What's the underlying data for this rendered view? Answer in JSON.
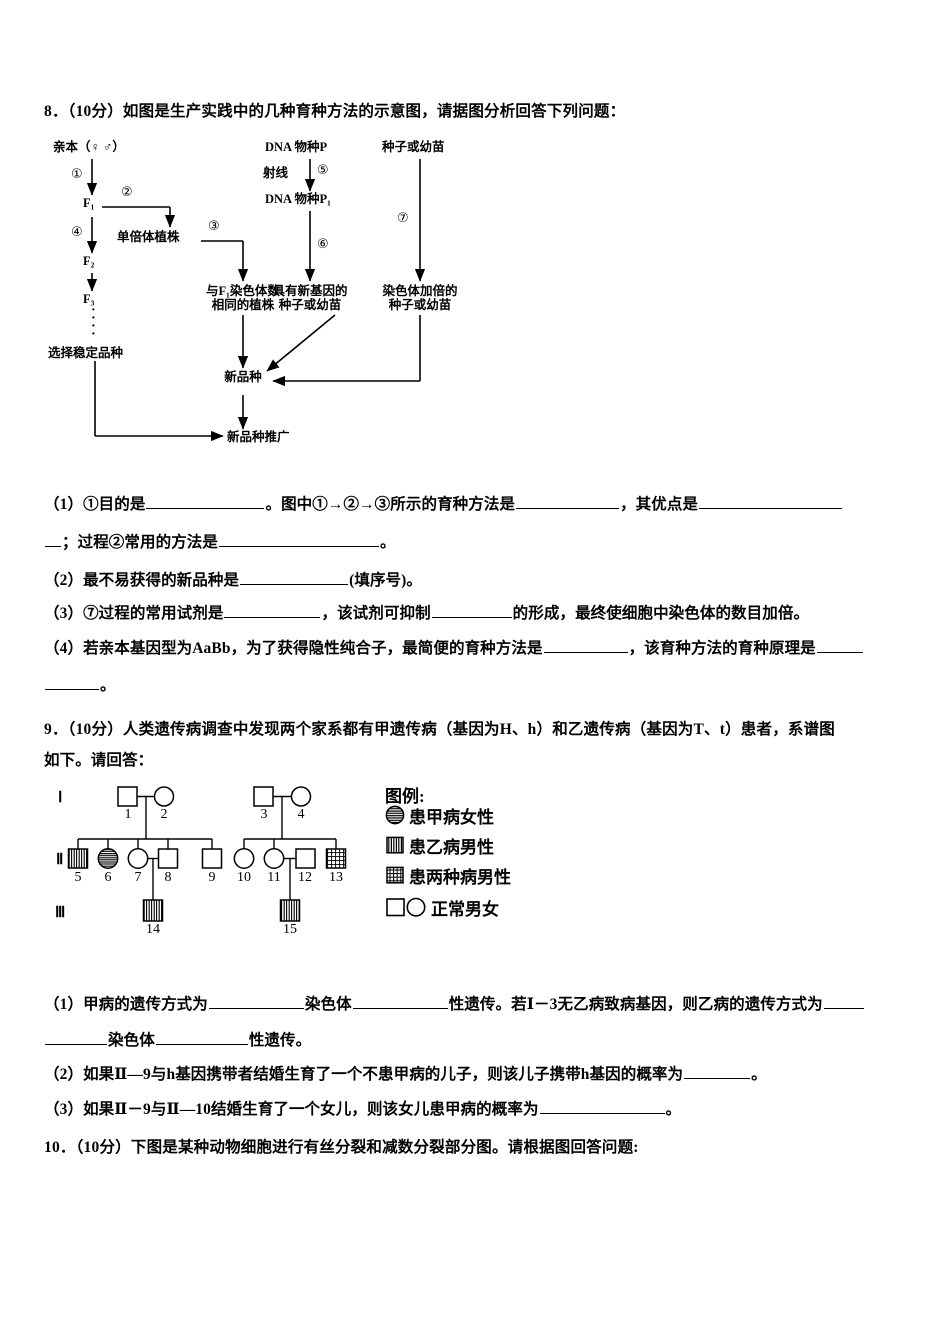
{
  "q8": {
    "number": "8",
    "marks": "（10分）",
    "stem": "如图是生产实践中的几种育种方法的示意图，请据图分析回答下列问题：",
    "diagram": {
      "nodes": {
        "parent": "亲本（♀ ♂）",
        "f1": "F₁",
        "f2": "F₂",
        "f3": "F₃",
        "dots": "·\n·\n·",
        "select_stable": "选择稳定品种",
        "haploid_plant": "单倍体植株",
        "same_chrom_plant_l1": "与F₁染色体数",
        "same_chrom_plant_l2": "相同的植株",
        "dna_species_p": "DNA  物种P",
        "dna_species_p1": "DNA  物种P₁",
        "ray": "射线",
        "seed_or_seedling": "种子或幼苗",
        "new_gene_seed_l1": "具有新基因的",
        "new_gene_seed_l2": "种子或幼苗",
        "doubled_chrom_seed_l1": "染色体加倍的",
        "doubled_chrom_seed_l2": "种子或幼苗",
        "new_variety": "新品种",
        "promote_new_variety": "新品种推广"
      },
      "steps": [
        "①",
        "②",
        "③",
        "④",
        "⑤",
        "⑥",
        "⑦"
      ]
    },
    "sub": [
      {
        "label": "（1）",
        "line1_a": "①目的是",
        "line1_b": "。图中①→②→③所示的育种方法是",
        "line1_c": "，其优点是",
        "line2_a": "；过程②常用的方法是",
        "line2_b": "。"
      },
      {
        "label": "（2）",
        "text_a": "最不易获得的新品种是",
        "text_b": "(填序号)。"
      },
      {
        "label": "（3）",
        "text_a": "⑦过程的常用试剂是",
        "text_b": "，该试剂可抑制",
        "text_c": "的形成，最终使细胞中染色体的数目加倍。"
      },
      {
        "label": "（4）",
        "line1_a": "若亲本基因型为AaBb，为了获得隐性纯合子，最简便的育种方法是",
        "line1_b": "，该育种方法的育种原理是",
        "line2_b": "。"
      }
    ]
  },
  "q9": {
    "number": "9",
    "marks": "（10分）",
    "stem_line1": "人类遗传病调查中发现两个家系都有甲遗传病（基因为H、h）和乙遗传病（基因为T、t）患者，系谱图",
    "stem_line2": "如下。请回答：",
    "pedigree": {
      "generations": [
        "Ⅰ",
        "Ⅱ",
        "Ⅲ"
      ],
      "individuals": [
        {
          "id": "1",
          "sex": "male",
          "status": "normal",
          "gen": "Ⅰ"
        },
        {
          "id": "2",
          "sex": "female",
          "status": "normal",
          "gen": "Ⅰ"
        },
        {
          "id": "3",
          "sex": "male",
          "status": "normal",
          "gen": "Ⅰ"
        },
        {
          "id": "4",
          "sex": "female",
          "status": "normal",
          "gen": "Ⅰ"
        },
        {
          "id": "5",
          "sex": "male",
          "status": "disease-b",
          "gen": "Ⅱ"
        },
        {
          "id": "6",
          "sex": "female",
          "status": "disease-a",
          "gen": "Ⅱ"
        },
        {
          "id": "7",
          "sex": "female",
          "status": "normal",
          "gen": "Ⅱ"
        },
        {
          "id": "8",
          "sex": "male",
          "status": "normal",
          "gen": "Ⅱ"
        },
        {
          "id": "9",
          "sex": "male",
          "status": "normal",
          "gen": "Ⅱ"
        },
        {
          "id": "10",
          "sex": "female",
          "status": "normal",
          "gen": "Ⅱ"
        },
        {
          "id": "11",
          "sex": "female",
          "status": "normal",
          "gen": "Ⅱ"
        },
        {
          "id": "12",
          "sex": "male",
          "status": "normal",
          "gen": "Ⅱ"
        },
        {
          "id": "13",
          "sex": "male",
          "status": "disease-both",
          "gen": "Ⅱ"
        },
        {
          "id": "14",
          "sex": "male",
          "status": "disease-b",
          "gen": "Ⅲ"
        },
        {
          "id": "15",
          "sex": "male",
          "status": "disease-b",
          "gen": "Ⅲ"
        }
      ]
    },
    "legend": {
      "title": "图例:",
      "entries": [
        {
          "symbol": "circle-horizontal-stripes",
          "label": "患甲病女性"
        },
        {
          "symbol": "square-vertical-stripes",
          "label": "患乙病男性"
        },
        {
          "symbol": "square-grid",
          "label": "患两种病男性"
        },
        {
          "symbol": "square-circle-empty",
          "label": "正常男女"
        }
      ]
    },
    "sub": [
      {
        "label": "（1）",
        "line1_a": "甲病的遗传方式为",
        "line1_b": "染色体",
        "line1_c": "性遗传。若Ⅰ－3无乙病致病基因，则乙病的遗传方式为",
        "line2_a": "染色体",
        "line2_b": "性遗传。"
      },
      {
        "label": "（2）",
        "text_a": "如果Ⅱ—9与h基因携带者结婚生育了一个不患甲病的儿子，则该儿子携带h基因的概率为",
        "text_b": "。"
      },
      {
        "label": "（3）",
        "text_a": "如果Ⅱ－9与Ⅱ—10结婚生育了一个女儿，则该女儿患甲病的概率为",
        "text_b": "。"
      }
    ]
  },
  "q10": {
    "number": "10",
    "marks": "（10分）",
    "stem": "下图是某种动物细胞进行有丝分裂和减数分裂部分图。请根据图回答问题:"
  }
}
